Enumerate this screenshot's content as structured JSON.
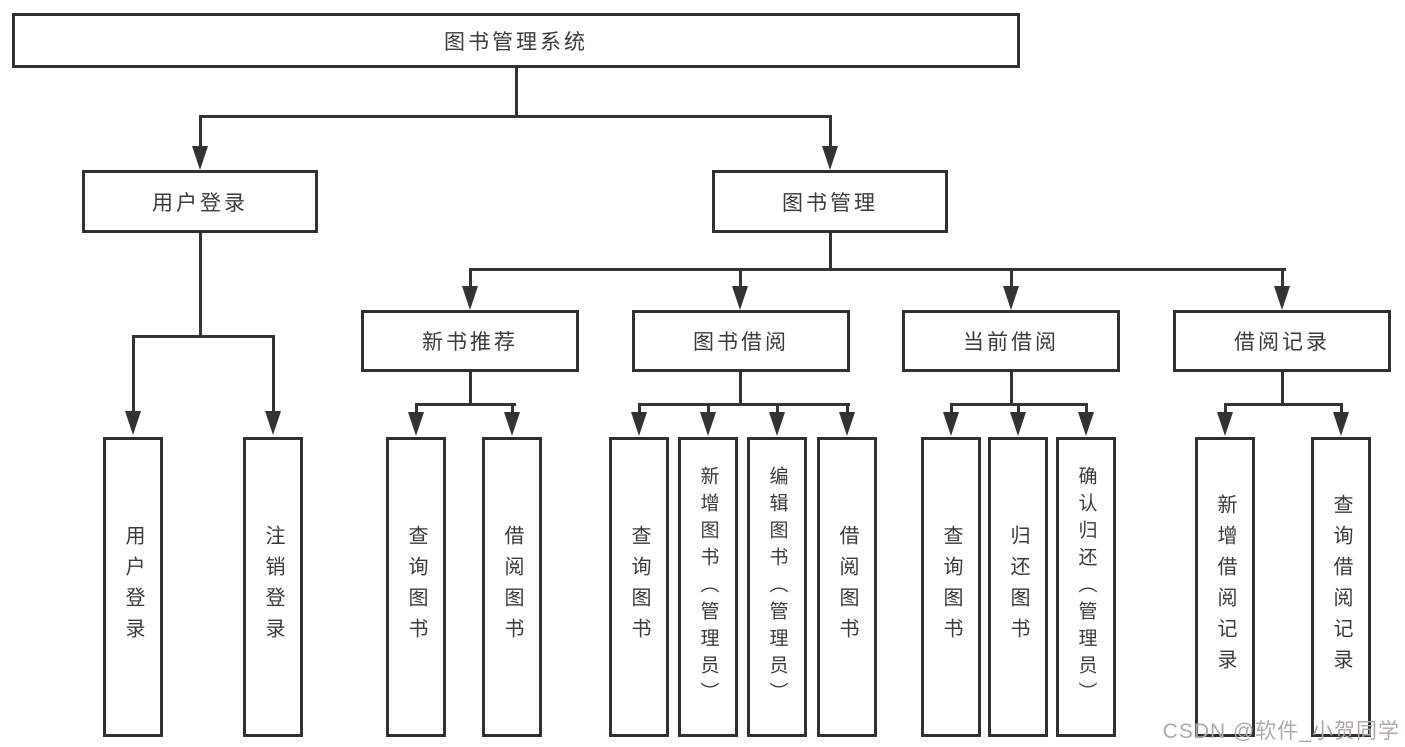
{
  "tree": {
    "root": {
      "label": "图书管理系统",
      "children": [
        {
          "label": "用户登录",
          "children": [
            {
              "label": "用户登录"
            },
            {
              "label": "注销登录"
            }
          ]
        },
        {
          "label": "图书管理",
          "children": [
            {
              "label": "新书推荐",
              "children": [
                {
                  "label": "查询图书"
                },
                {
                  "label": "借阅图书"
                }
              ]
            },
            {
              "label": "图书借阅",
              "children": [
                {
                  "label": "查询图书"
                },
                {
                  "label": "新增图书（管理员）"
                },
                {
                  "label": "编辑图书（管理员）"
                },
                {
                  "label": "借阅图书"
                }
              ]
            },
            {
              "label": "当前借阅",
              "children": [
                {
                  "label": "查询图书"
                },
                {
                  "label": "归还图书"
                },
                {
                  "label": "确认归还（管理员）"
                }
              ]
            },
            {
              "label": "借阅记录",
              "children": [
                {
                  "label": "新增借阅记录"
                },
                {
                  "label": "查询借阅记录"
                }
              ]
            }
          ]
        }
      ]
    }
  },
  "watermark": {
    "text": "CSDN @软件_小贺同学",
    "color": "#b3a6a6"
  },
  "colors": {
    "line": "#333333",
    "box_border": "#303030",
    "text": "#3a3a3a",
    "background": "#ffffff"
  }
}
